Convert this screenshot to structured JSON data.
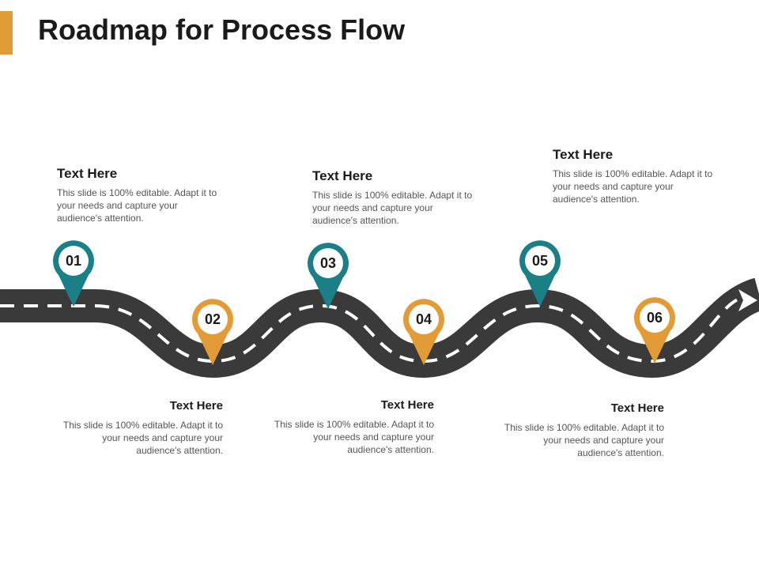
{
  "title": "Roadmap for Process Flow",
  "colors": {
    "accent": "#E39B36",
    "teal": "#1A7F86",
    "orange": "#E39B36",
    "road": "#3A3A3A",
    "dash": "#FFFFFF"
  },
  "milestones": [
    {
      "number": "01",
      "color": "teal",
      "heading": "Text Here",
      "body": "This slide is 100% editable. Adapt it to your needs and capture your audience's attention."
    },
    {
      "number": "02",
      "color": "orange",
      "heading": "Text Here",
      "body": "This slide is 100% editable. Adapt it to your needs and capture your audience's attention."
    },
    {
      "number": "03",
      "color": "teal",
      "heading": "Text Here",
      "body": "This slide is 100% editable. Adapt it to your needs and capture your audience's attention."
    },
    {
      "number": "04",
      "color": "orange",
      "heading": "Text Here",
      "body": "This slide is 100% editable. Adapt it to your needs and capture your audience's attention."
    },
    {
      "number": "05",
      "color": "teal",
      "heading": "Text Here",
      "body": "This slide is 100% editable. Adapt it to your needs and capture your audience's attention."
    },
    {
      "number": "06",
      "color": "orange",
      "heading": "Text Here",
      "body": "This slide is 100% editable. Adapt it to your needs and capture your audience's attention."
    }
  ],
  "end_marker": "arrow-right-icon"
}
